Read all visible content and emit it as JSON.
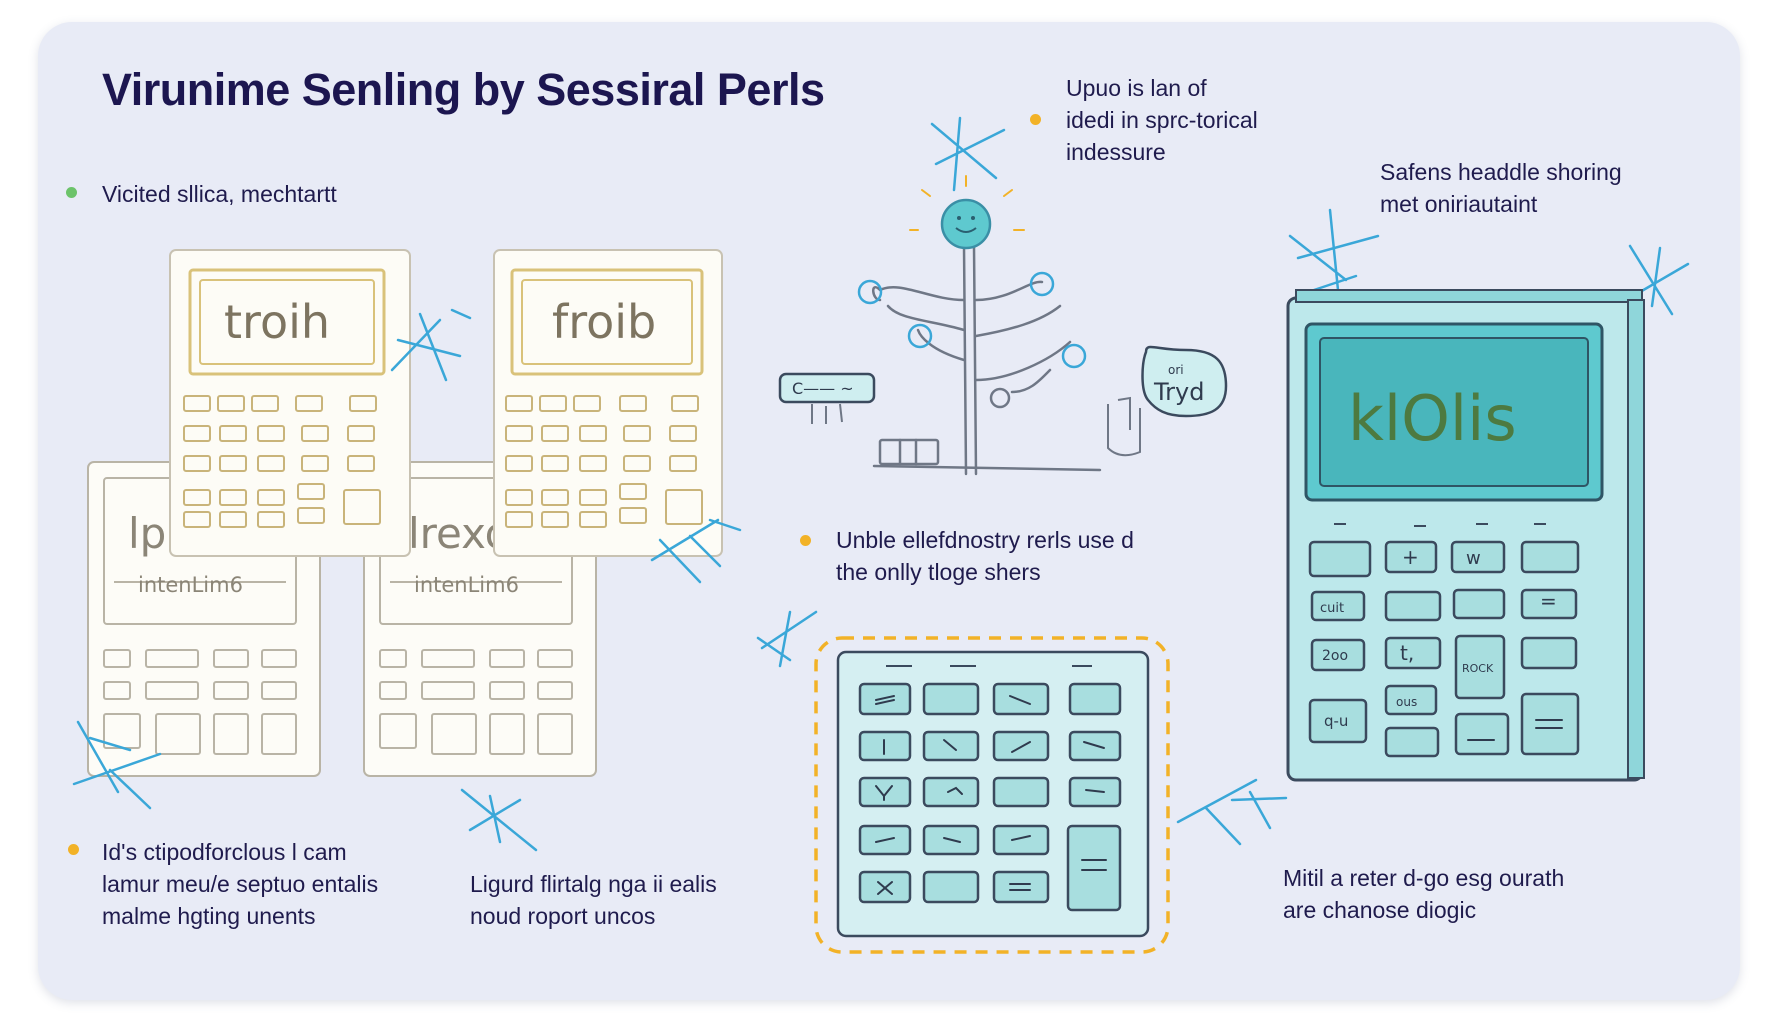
{
  "title": "Virunime Senling by Sessiral Perls",
  "colors": {
    "panel": "#e8ebf6",
    "title": "#1c1650",
    "bullet_green": "#6cc36a",
    "bullet_orange": "#f2b227",
    "teal": "#5ec9cf",
    "sketch_tan": "#d9c27a",
    "sketch_blue": "#3aa7d8"
  },
  "notes": {
    "top_left": [
      "Vicited sllica, mechtartt"
    ],
    "top_center": [
      "Upuo is lan of",
      "idedi in sprc-torical",
      "indessure"
    ],
    "top_right": [
      "Safens headdle shoring",
      "met oniriautaint"
    ],
    "middle_center": [
      "Unble ellefdnostry rerls use d",
      "the onlly tloge shers"
    ],
    "bottom_left": [
      "Id's ctipodforclous l cam",
      "lamur meu/e septuo entalis",
      "malme hgting unents"
    ],
    "bottom_left_center": [
      "Ligurd flirtalg nga ii ealis",
      "noud roport uncos"
    ],
    "bottom_right": [
      "Mitil a reter d-go esg ourath",
      "are chanose diogic"
    ]
  },
  "sketches": {
    "calc_back_left": {
      "screen_top": "lp",
      "screen_bottom": "intenLim6"
    },
    "calc_back_right": {
      "screen_top": "lrexo",
      "screen_bottom": "intenLim6"
    },
    "calc_front_left": {
      "screen": "troih"
    },
    "calc_front_right": {
      "screen": "froib"
    },
    "tree_sign_left": "C—— ~",
    "tree_bubble": [
      "ori",
      "Tryd"
    ],
    "teal_calculator": {
      "screen": "klOlis",
      "keys": [
        "+",
        "w",
        "cuit",
        "2oo",
        "t,",
        "ROCK",
        "q-u",
        "ous",
        "="
      ]
    }
  }
}
